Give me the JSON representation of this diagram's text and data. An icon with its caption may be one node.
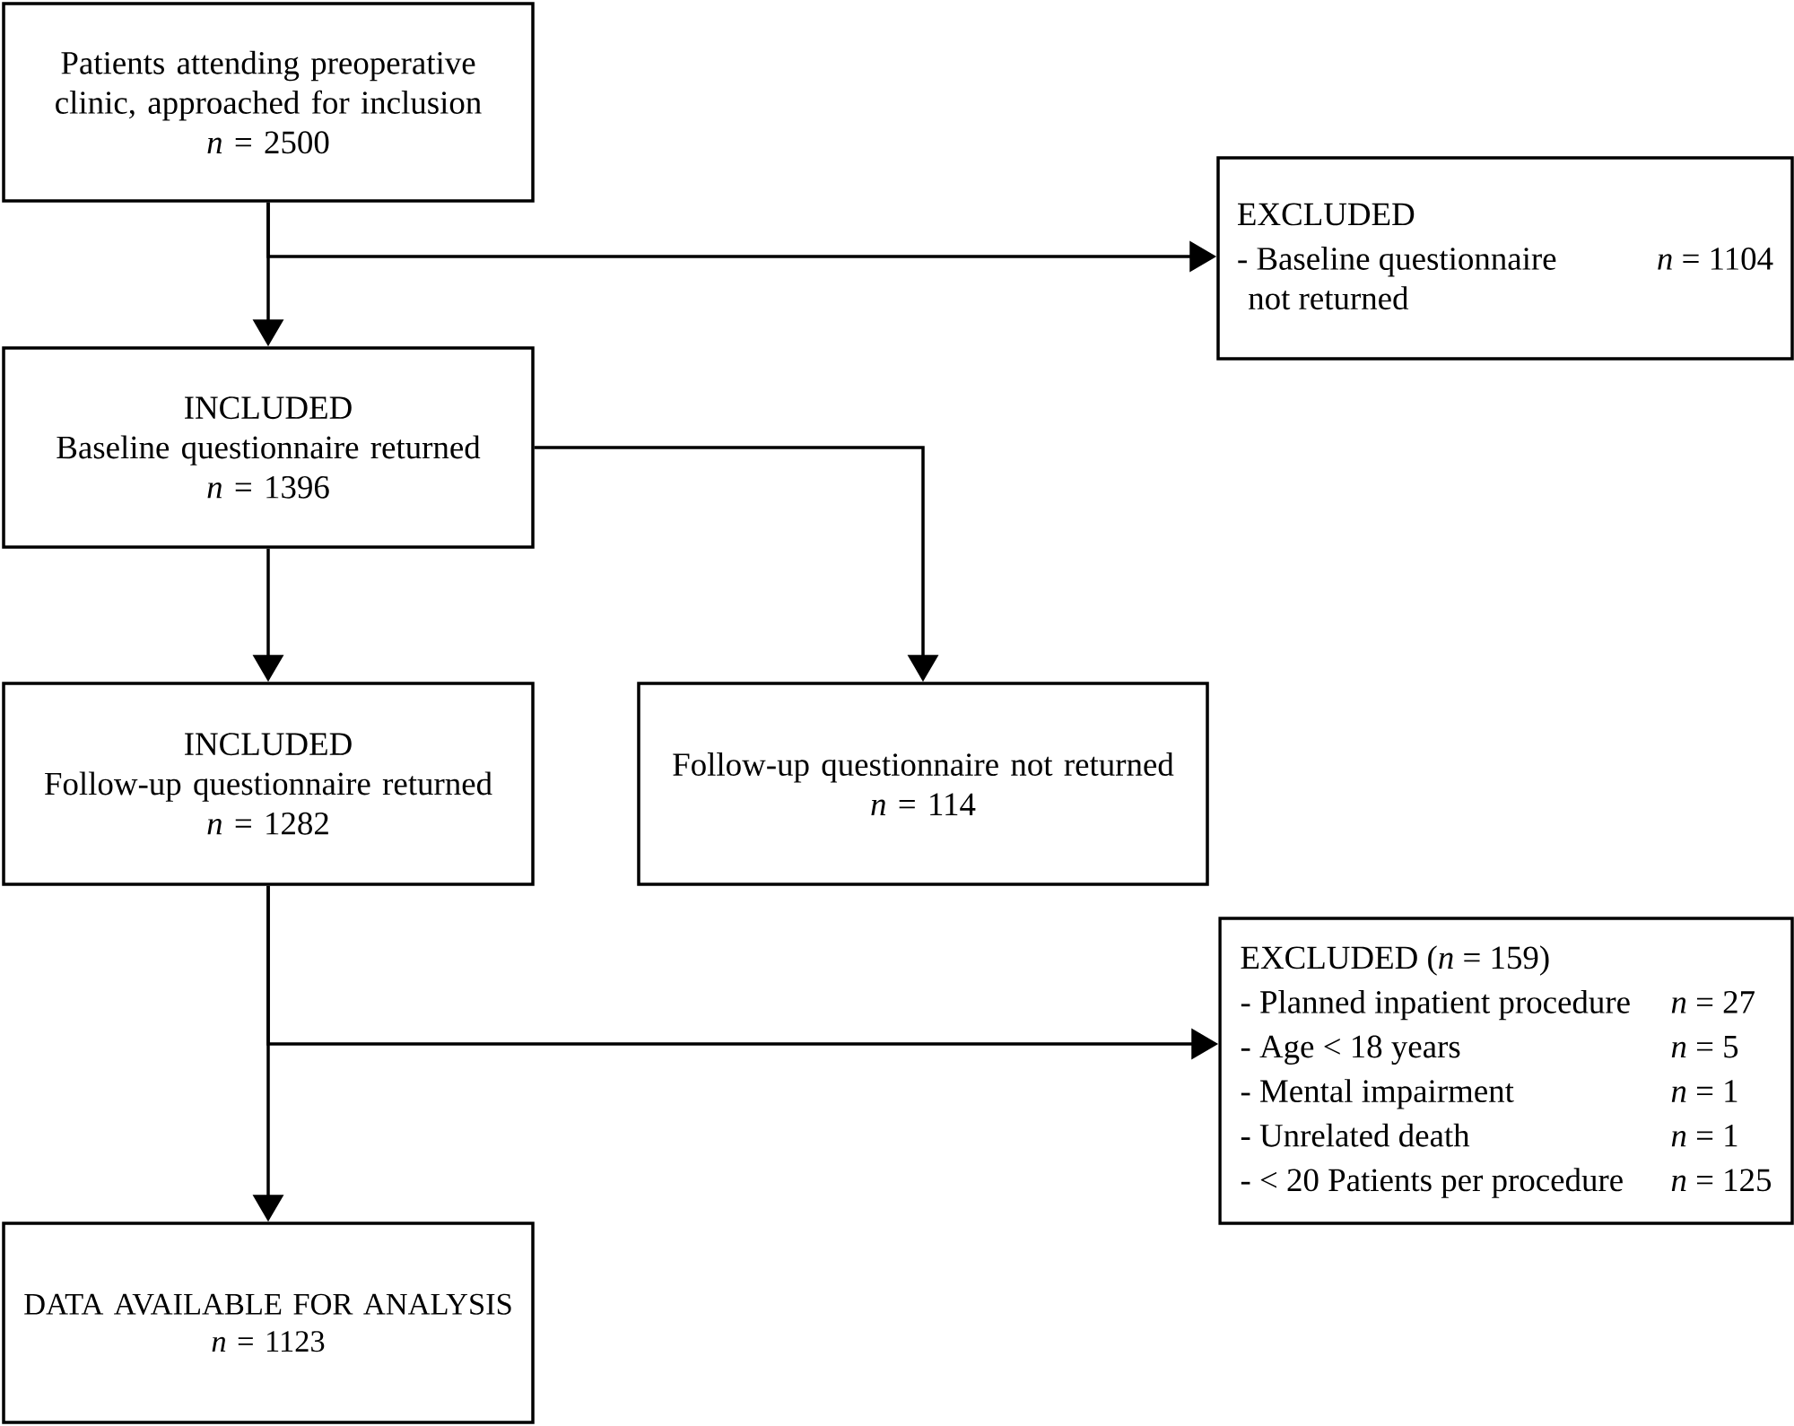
{
  "diagram": {
    "nodes": [
      {
        "text": [
          "Patients attending preoperative clinic, approached for inclusion",
          "*n* = 2500"
        ]
      },
      {
        "text": [
          "EXCLUDED",
          "- Baseline questionnaire not returned",
          "*n* = 1104"
        ]
      },
      {
        "text": [
          "INCLUDED",
          "Baseline questionnaire returned",
          "*n* = 1396"
        ]
      },
      {
        "text": [
          "INCLUDED",
          "Follow-up questionnaire returned",
          "*n* = 1282"
        ]
      },
      {
        "text": [
          "Follow-up questionnaire not returned",
          "*n* = 114"
        ]
      },
      {
        "text": [
          "EXCLUDED (*n* = 159)",
          "- Planned inpatient procedure",
          "*n* = 27",
          "- Age < 18 years",
          "*n* = 5",
          "- Mental impairment",
          "*n* = 1",
          "- Unrelated death",
          "*n* = 1",
          "- < 20 Patients per procedure",
          "*n* = 125"
        ]
      },
      {
        "text": [
          "DATA AVAILABLE FOR ANALYSIS",
          "*n* = 1123"
        ]
      }
    ],
    "edges": [
      {
        "from": 0,
        "to": 2,
        "arrow": "to"
      },
      {
        "from": 0,
        "to": 1,
        "arrow": "to"
      },
      {
        "from": 2,
        "to": 3,
        "arrow": "to"
      },
      {
        "from": 2,
        "to": 4,
        "arrow": "to"
      },
      {
        "from": 3,
        "to": 6,
        "arrow": "to"
      },
      {
        "from": 3,
        "to": 5,
        "arrow": "to"
      }
    ]
  }
}
